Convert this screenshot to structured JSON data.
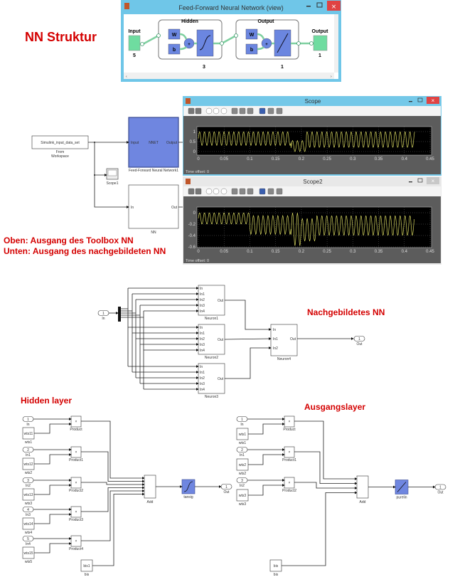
{
  "heading_nn_struktur": "NN Struktur",
  "nnview": {
    "title": "Feed-Forward Neural Network (view)",
    "input_label": "Input",
    "input_size": "5",
    "hidden_label": "Hidden",
    "hidden_size": "3",
    "output_layer_label": "Output",
    "output_layer_size": "1",
    "output_label": "Output",
    "output_size": "1",
    "w": "W",
    "b": "b",
    "plus": "+",
    "colors": {
      "titlebar_border": "#6fc6e8",
      "io_box": "#6fdca0",
      "block": "#6b86e0",
      "close": "#e04343"
    }
  },
  "model": {
    "from_workspace_value": "Simulink_input_data_set",
    "from_workspace_caption_1": "From",
    "from_workspace_caption_2": "Workspace",
    "nnet_in": "Input",
    "nnet_name": "NNET",
    "nnet_out": "Output",
    "nnet_caption": "Feed-Forward Neural Network1",
    "scope1_caption": "Scope1",
    "nn_in": "In",
    "nn_out": "Out",
    "nn_caption": "NN"
  },
  "notes": [
    "Oben: Ausgang des Toolbox NN",
    "Unten: Ausgang des nachgebildeten NN"
  ],
  "scopes": [
    {
      "title": "Scope",
      "time_offset": "Time offset:  0"
    },
    {
      "title": "Scope2",
      "time_offset": "Time offset:  0"
    }
  ],
  "chart_data": [
    {
      "type": "line",
      "title": "Scope",
      "xlim": [
        0,
        0.45
      ],
      "ylim": [
        -0.1,
        1.1
      ],
      "xticks": [
        "0",
        "0.05",
        "0.1",
        "0.15",
        "0.2",
        "0.25",
        "0.3",
        "0.35",
        "0.4",
        "0.45"
      ],
      "yticks": [
        "0",
        "0.5",
        "1"
      ],
      "grid": true,
      "line_color": "#d8d860",
      "segments": [
        {
          "t": [
            0,
            0.18
          ],
          "min": 0.3,
          "max": 1.0
        },
        {
          "t": [
            0.18,
            0.21
          ],
          "min": 0.0,
          "max": 0.55
        },
        {
          "t": [
            0.21,
            0.42
          ],
          "min": 0.2,
          "max": 1.0
        }
      ]
    },
    {
      "type": "line",
      "title": "Scope2",
      "xlim": [
        0,
        0.45
      ],
      "ylim": [
        -0.6,
        0.05
      ],
      "xticks": [
        "0",
        "0.05",
        "0.1",
        "0.15",
        "0.2",
        "0.25",
        "0.3",
        "0.35",
        "0.4",
        "0.45"
      ],
      "yticks": [
        "0",
        "-0.2",
        "-0.4",
        "-0.6"
      ],
      "grid": true,
      "line_color": "#d8d860",
      "segments": [
        {
          "t": [
            0,
            0.1
          ],
          "min": -0.2,
          "max": 0.0
        },
        {
          "t": [
            0.1,
            0.18
          ],
          "min": -0.38,
          "max": -0.05
        },
        {
          "t": [
            0.18,
            0.2
          ],
          "min": -0.58,
          "max": 0.0
        },
        {
          "t": [
            0.2,
            0.23
          ],
          "min": -0.5,
          "max": -0.1
        },
        {
          "t": [
            0.23,
            0.42
          ],
          "min": -0.4,
          "max": -0.05
        }
      ]
    }
  ],
  "rebuilt": {
    "title": "Nachgebildetes NN",
    "in_port": "1",
    "in_label": "In",
    "out_port": "1",
    "out_label": "Out",
    "neuron_ports": [
      "In",
      "In1",
      "In2",
      "In3",
      "In4"
    ],
    "neuron_out": "Out",
    "neurons": [
      "Neuron1",
      "Neuron2",
      "Neuron3"
    ],
    "neuron4": "Neuron4",
    "neuron4_ports": [
      "In",
      "In1",
      "In2"
    ]
  },
  "hidden": {
    "title": "Hidden layer",
    "inputs": [
      {
        "port": "1",
        "label": "In",
        "wts": "wts11",
        "wts_label": "wts1",
        "product": "Product"
      },
      {
        "port": "2",
        "label": "In1",
        "wts": "wts12",
        "wts_label": "wts2",
        "product": "Product1"
      },
      {
        "port": "3",
        "label": "In2",
        "wts": "wts13",
        "wts_label": "wts3",
        "product": "Product2"
      },
      {
        "port": "4",
        "label": "In3",
        "wts": "wts14",
        "wts_label": "wts4",
        "product": "Product3"
      },
      {
        "port": "5",
        "label": "In4",
        "wts": "wts15",
        "wts_label": "wts5",
        "product": "Product4"
      }
    ],
    "product_symbol": "×",
    "bias": "bis1",
    "bias_label": "bis",
    "add": "Add",
    "activation": "tansig",
    "out_port": "1",
    "out_label": "Out"
  },
  "output": {
    "title": "Ausgangslayer",
    "inputs": [
      {
        "port": "1",
        "label": "In",
        "wts": "wts1",
        "wts_label": "wts1",
        "product": "Product"
      },
      {
        "port": "2",
        "label": "In1",
        "wts": "wts2",
        "wts_label": "wts2",
        "product": "Product1"
      },
      {
        "port": "3",
        "label": "In2",
        "wts": "wts3",
        "wts_label": "wts3",
        "product": "Product2"
      }
    ],
    "product_symbol": "×",
    "bias": "bis",
    "bias_label": "bis",
    "add": "Add",
    "activation": "purelin",
    "out_port": "1",
    "out_label": "Out"
  }
}
